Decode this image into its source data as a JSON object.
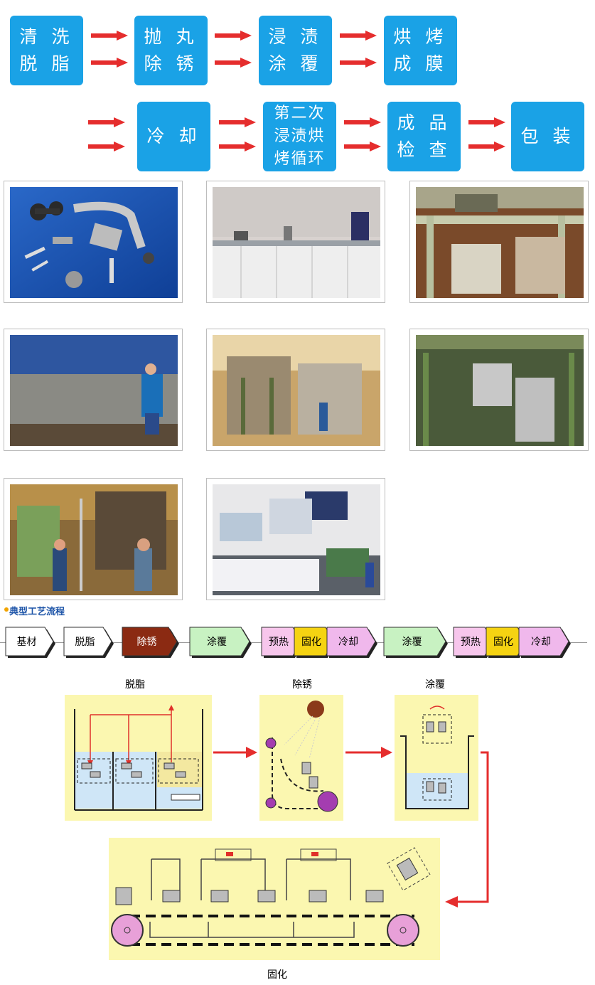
{
  "top_flow": {
    "row1": [
      "清 洗\n脱 脂",
      "抛 丸\n除 锈",
      "浸 渍\n涂 覆",
      "烘 烤\n成 膜"
    ],
    "row2": [
      "冷 却",
      "第二次\n浸渍烘\n烤循环",
      "成 品\n检 查",
      "包 装"
    ]
  },
  "photos": [
    "coated-parts-photo",
    "laboratory-photo",
    "dip-coating-machine-photo",
    "shot-blasting-worker-photo",
    "coating-line-photo",
    "dip-spin-machine-photo",
    "workshop-workers-photo",
    "baking-oven-line-photo"
  ],
  "process_section": {
    "title": "典型工艺流程",
    "steps": [
      "基材",
      "脱脂",
      "除锈",
      "涂覆",
      "预热",
      "固化",
      "冷却",
      "涂覆",
      "预热",
      "固化",
      "冷却"
    ],
    "step_colors": [
      "#ffffff",
      "#ffffff",
      "#8b2a12",
      "#c8f2c2",
      "#f7c6ec",
      "#f5d312",
      "#f0b8ec",
      "#c8f2c2",
      "#f7c6ec",
      "#f5d312",
      "#f0b8ec"
    ]
  },
  "diagram": {
    "panel1_label": "脱脂",
    "panel2_label": "除锈",
    "panel3_label": "涂覆",
    "panel4_label": "固化"
  }
}
